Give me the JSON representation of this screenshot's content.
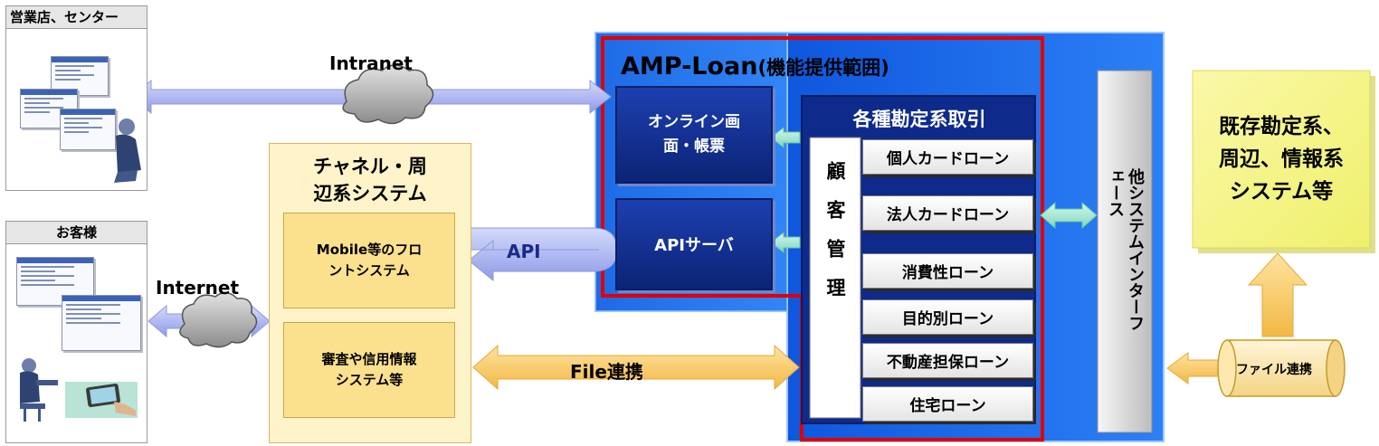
{
  "labels": {
    "branch": "営業店、センター",
    "customer": "お客様",
    "intranet": "Intranet",
    "internet": "Internet",
    "api": "API",
    "file_link": "File連携",
    "channel_title": "チャネル・周辺系システム",
    "mobile": "Mobile等のフロントシステム",
    "credit": "審査や信用情報システム等",
    "amp_main": "AMP-Loan",
    "amp_sub": "(機能提供範囲)",
    "online": "オンライン画面・帳票",
    "api_server": "APIサーバ",
    "accounts_title": "各種勘定系取引",
    "customer_mgmt": "顧客管理",
    "other_if": "他システムインターフェース",
    "existing": "既存勘定系、周辺、情報系システム等",
    "file_cyl": "ファイル連携"
  },
  "loans": [
    "個人カードローン",
    "法人カードローン",
    "消費性ローン",
    "目的別ローン",
    "不動産担保ローン",
    "住宅ローン"
  ],
  "colors": {
    "blue_panel": "#1a6cf0",
    "navy_box": "#0c2476",
    "red_scope": "#e00000",
    "yellow": "#fbe08e",
    "light_yellow": "#fef3c9",
    "green_arrow": "#9be5cf",
    "lavender_arrow": "#aab4f0",
    "orange_arrow": "#f6c760"
  },
  "icons": [
    "cloud-icon",
    "computer-screen-icon",
    "person-at-laptop-icon",
    "tablet-hand-icon",
    "cylinder-icon"
  ]
}
